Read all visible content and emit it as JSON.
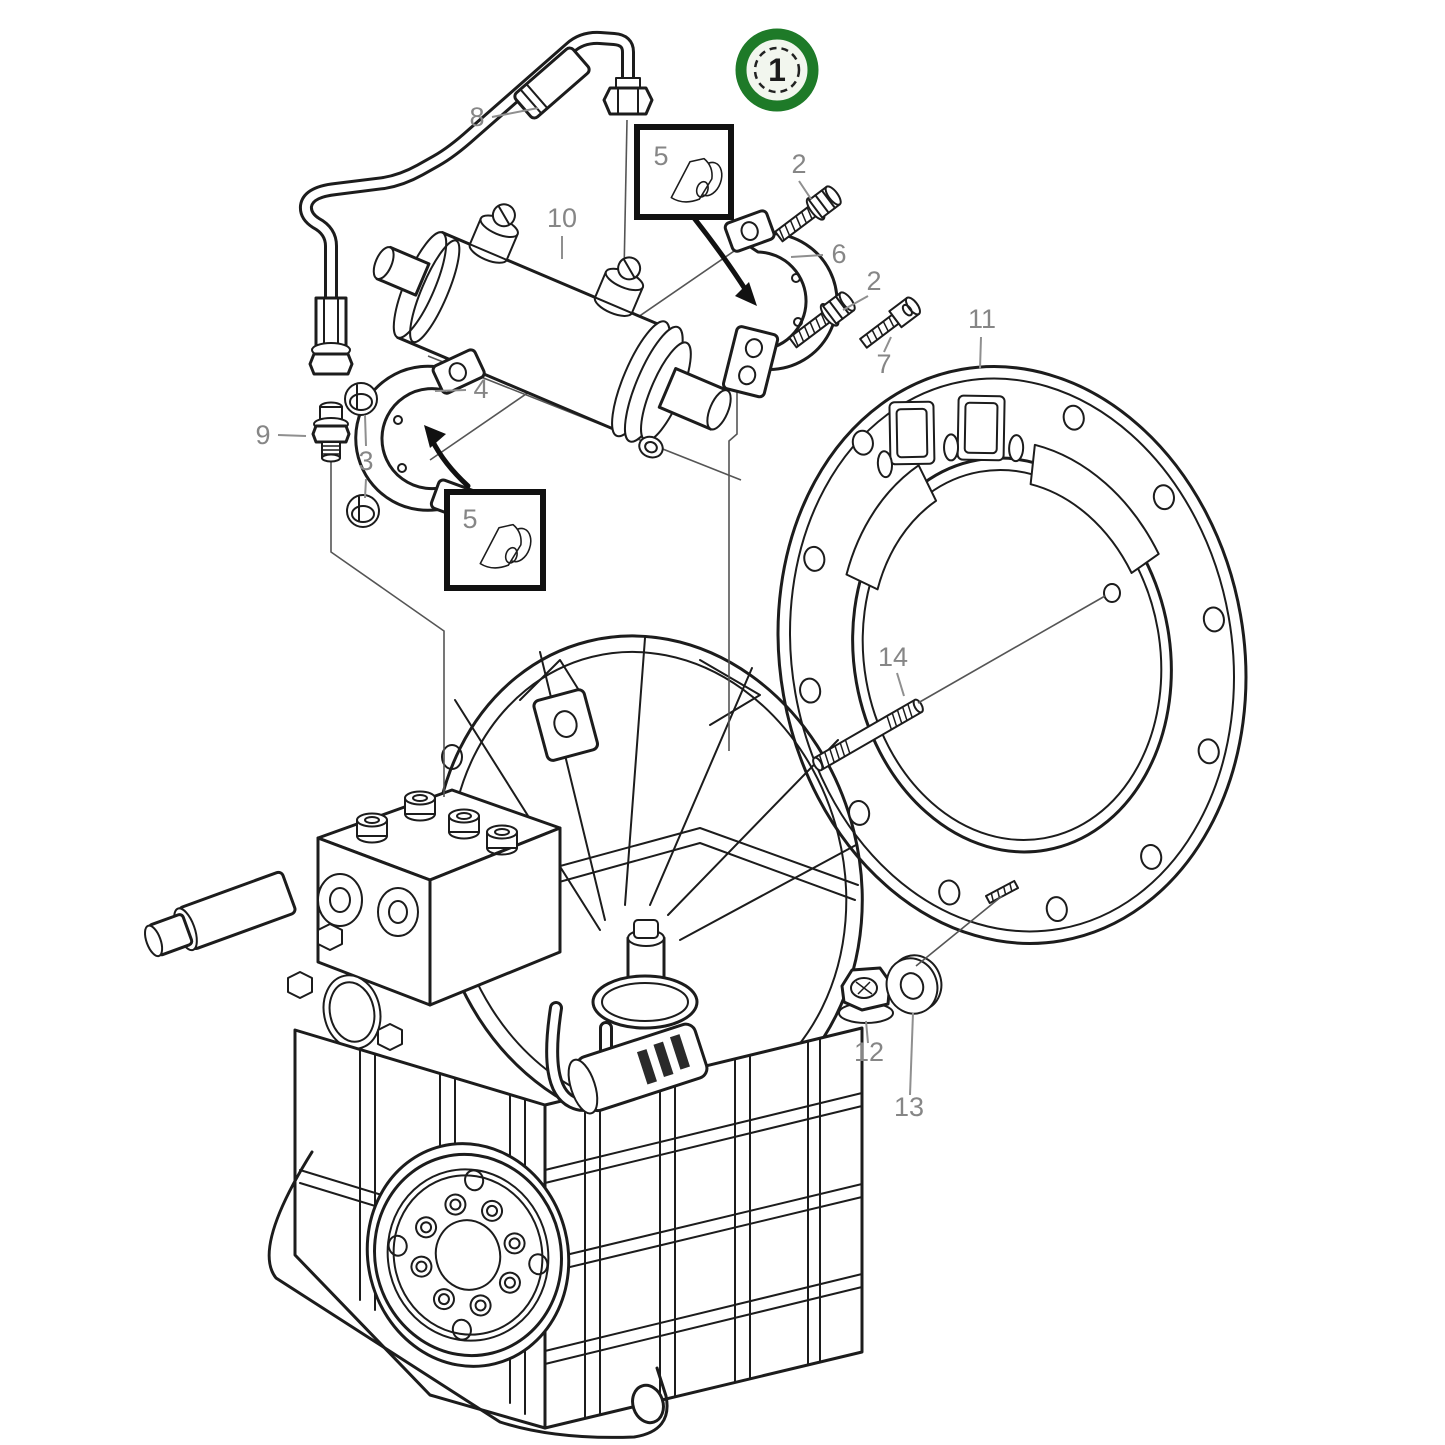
{
  "diagram": {
    "badge": {
      "label": "1"
    },
    "callouts": {
      "c8": {
        "label": "8"
      },
      "c10": {
        "label": "10"
      },
      "c5_top": {
        "label": "5"
      },
      "c2_upper": {
        "label": "2"
      },
      "c6": {
        "label": "6"
      },
      "c2_lower": {
        "label": "2"
      },
      "c7": {
        "label": "7"
      },
      "c11": {
        "label": "11"
      },
      "c4": {
        "label": "4"
      },
      "c9": {
        "label": "9"
      },
      "c3": {
        "label": "3"
      },
      "c5_bottom": {
        "label": "5"
      },
      "c14": {
        "label": "14"
      },
      "c12": {
        "label": "12"
      },
      "c13": {
        "label": "13"
      }
    },
    "colors": {
      "badge_ring": "#1e7a28",
      "badge_fill": "#f2f6ee",
      "line": "#1c1c1c",
      "label": "#868686",
      "background": "#ffffff"
    }
  }
}
